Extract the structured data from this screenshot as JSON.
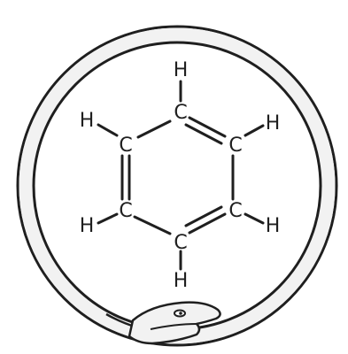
{
  "molecule": {
    "atoms": [
      {
        "id": "c1",
        "symbol": "C"
      },
      {
        "id": "c2",
        "symbol": "C"
      },
      {
        "id": "c3",
        "symbol": "C"
      },
      {
        "id": "c4",
        "symbol": "C"
      },
      {
        "id": "c5",
        "symbol": "C"
      },
      {
        "id": "c6",
        "symbol": "C"
      },
      {
        "id": "h1",
        "symbol": "H"
      },
      {
        "id": "h2",
        "symbol": "H"
      },
      {
        "id": "h3",
        "symbol": "H"
      },
      {
        "id": "h4",
        "symbol": "H"
      },
      {
        "id": "h5",
        "symbol": "H"
      },
      {
        "id": "h6",
        "symbol": "H"
      }
    ]
  },
  "colors": {
    "line": "#1f1f1f",
    "ring_fill": "#f2f2f2",
    "background": "#ffffff"
  },
  "icons": {
    "serpent": "ouroboros-snake-icon"
  }
}
